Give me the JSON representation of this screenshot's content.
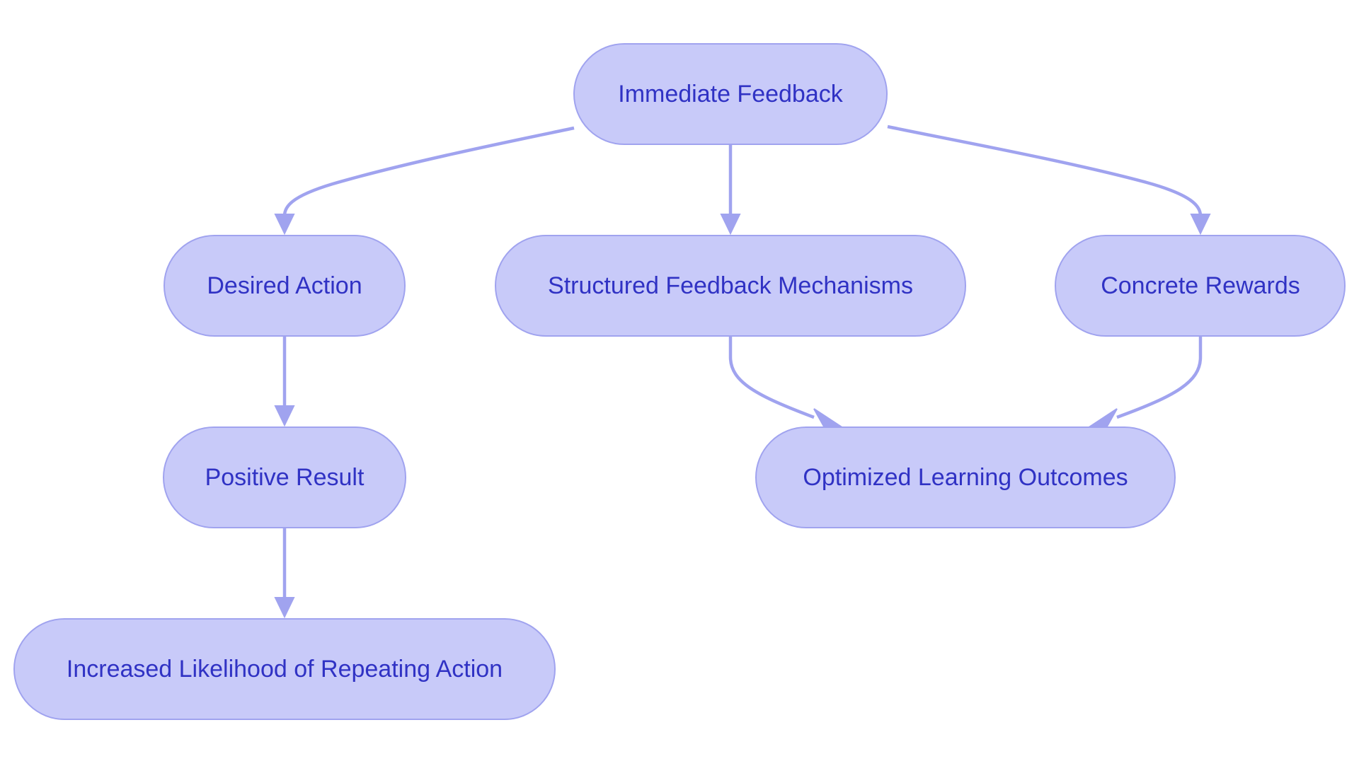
{
  "diagram": {
    "nodes": [
      {
        "id": "immediate_feedback",
        "label": "Immediate Feedback"
      },
      {
        "id": "desired_action",
        "label": "Desired Action"
      },
      {
        "id": "structured_feedback",
        "label": "Structured Feedback Mechanisms"
      },
      {
        "id": "concrete_rewards",
        "label": "Concrete Rewards"
      },
      {
        "id": "positive_result",
        "label": "Positive Result"
      },
      {
        "id": "optimized_outcomes",
        "label": "Optimized Learning Outcomes"
      },
      {
        "id": "increased_likelihood",
        "label": "Increased Likelihood of Repeating Action"
      }
    ],
    "edges": [
      {
        "from": "immediate_feedback",
        "to": "desired_action"
      },
      {
        "from": "immediate_feedback",
        "to": "structured_feedback"
      },
      {
        "from": "immediate_feedback",
        "to": "concrete_rewards"
      },
      {
        "from": "desired_action",
        "to": "positive_result"
      },
      {
        "from": "positive_result",
        "to": "increased_likelihood"
      },
      {
        "from": "structured_feedback",
        "to": "optimized_outcomes"
      },
      {
        "from": "concrete_rewards",
        "to": "optimized_outcomes"
      }
    ],
    "colors": {
      "node_fill": "#c8caf9",
      "node_stroke": "#a0a3ef",
      "edge": "#a0a3ef",
      "text": "#3032c4",
      "background": "#ffffff"
    }
  }
}
